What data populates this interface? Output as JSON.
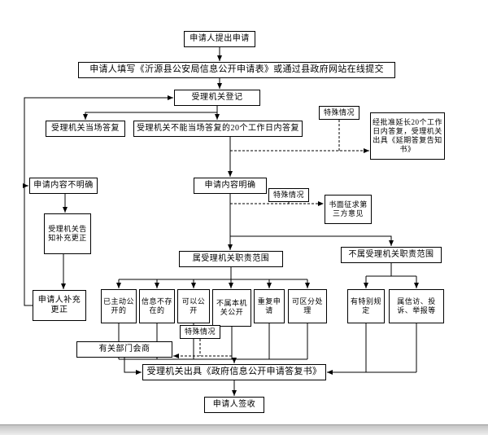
{
  "flowchart": {
    "colors": {
      "line": "#000000",
      "box_border": "#000000",
      "box_background": "#ffffff"
    },
    "nodes": {
      "submit": {
        "label": "申请人提出申请"
      },
      "fill": {
        "label": "申请人填写《沂源县公安局信息公开申请表》或通过县政府网站在线提交"
      },
      "register": {
        "label": "受理机关登记"
      },
      "onspot": {
        "label": "受理机关当场答复"
      },
      "within20": {
        "label": "受理机关不能当场答复的20个工作日内答复"
      },
      "special1": {
        "label": "特殊情况"
      },
      "extend": {
        "label": "经批准延长20个工作日内答复，受理机关出具《延期答复告知书》"
      },
      "unclear": {
        "label": "申请内容不明确"
      },
      "clear": {
        "label": "申请内容明确"
      },
      "special2": {
        "label": "特殊情况"
      },
      "third_party": {
        "label": "书面征求第三方意见"
      },
      "notify": {
        "label": "受理机关告知补充更正"
      },
      "in_scope": {
        "label": "属受理机关职责范围"
      },
      "out_scope": {
        "label": "不属受理机关职责范围"
      },
      "supplement": {
        "label": "申请人补充更正"
      },
      "proactive": {
        "label": "已主动公开的"
      },
      "nonexistent": {
        "label": "信息不存在的"
      },
      "can_open": {
        "label": "可以公开"
      },
      "not_this_org": {
        "label": "不属本机关公开"
      },
      "repeat": {
        "label": "重复申请"
      },
      "separable": {
        "label": "可区分处理"
      },
      "special_rule": {
        "label": "有特别规定"
      },
      "petition": {
        "label": "属信访、投诉、举报等"
      },
      "special3": {
        "label": "特殊情况"
      },
      "consult": {
        "label": "有关部门会商"
      },
      "reply": {
        "label": "受理机关出具《政府信息公开申请答复书》"
      },
      "sign": {
        "label": "申请人签收"
      }
    }
  }
}
